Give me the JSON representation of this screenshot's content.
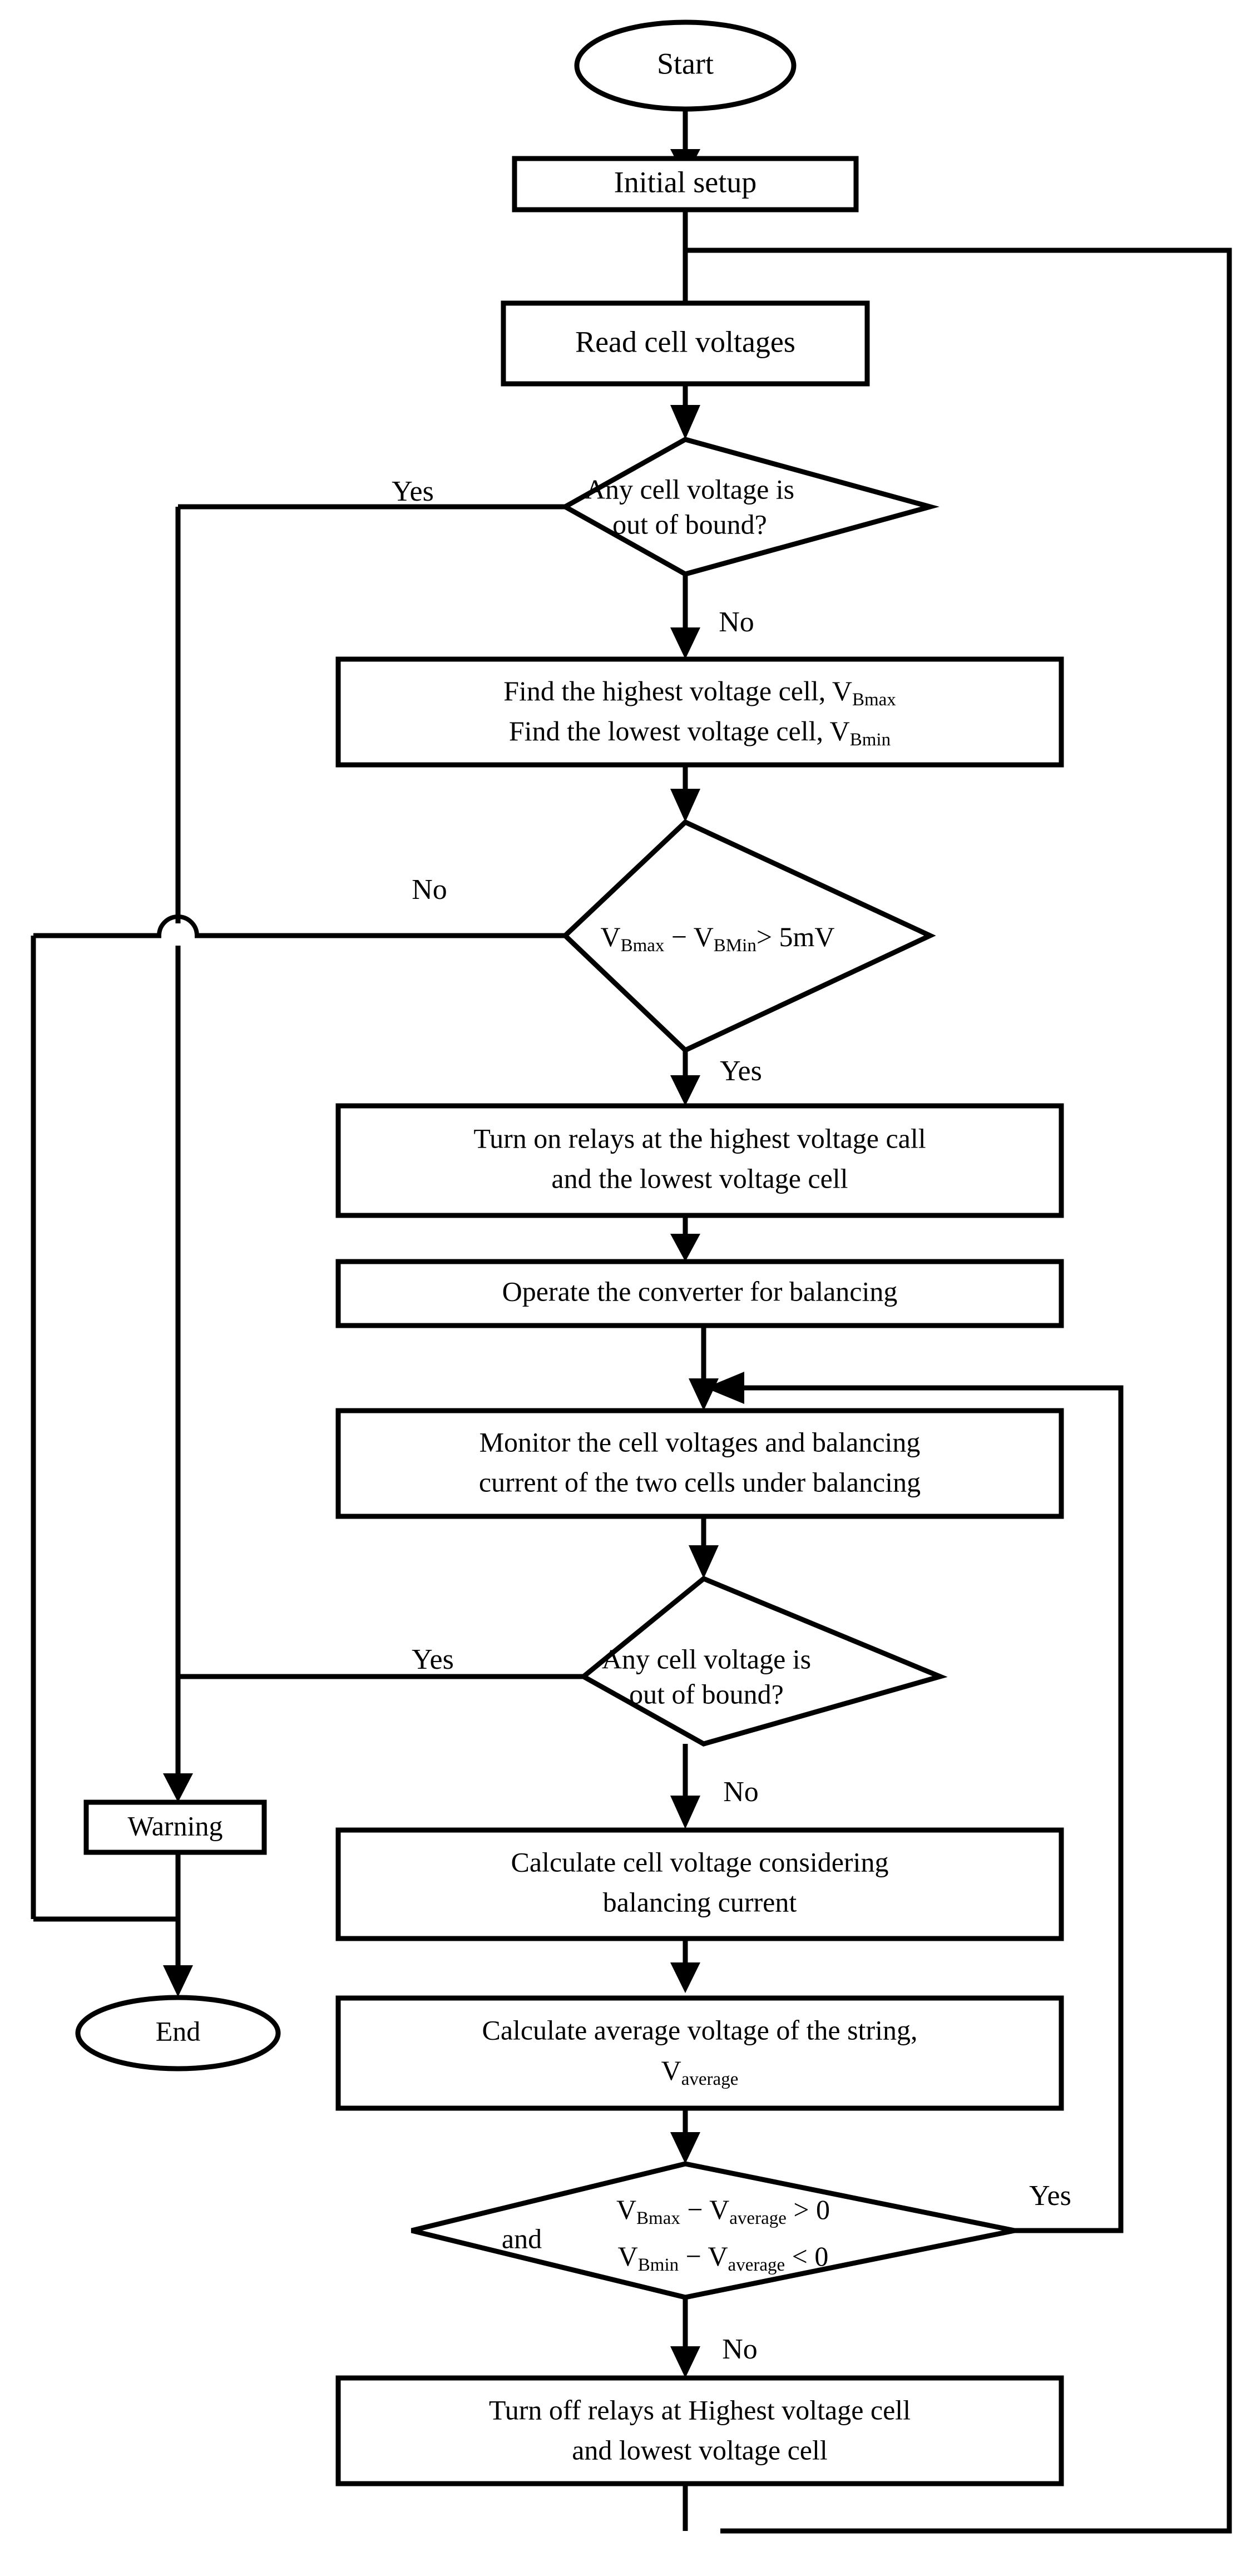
{
  "diagram": {
    "title": "Cell balancing control flowchart",
    "colors": {
      "stroke": "#000000",
      "fill": "#ffffff",
      "text": "#000000"
    },
    "nodes": {
      "start": {
        "type": "terminator",
        "label": "Start"
      },
      "initial_setup": {
        "type": "process",
        "label": "Initial setup"
      },
      "read_cell_voltages": {
        "type": "process",
        "label": "Read cell voltages"
      },
      "decision_bound_1": {
        "type": "decision",
        "line1": "Any cell voltage is",
        "line2": "out of bound?"
      },
      "find_cells": {
        "type": "process",
        "line1_a": "Find the highest voltage cell, V",
        "line1_sub": "Bmax",
        "line2_a": "Find the lowest voltage cell, V",
        "line2_sub": "Bmin"
      },
      "decision_delta": {
        "type": "decision",
        "v1": "V",
        "v1_sub": "Bmax",
        "minus": " − ",
        "v2": "V",
        "v2_sub": "BMin",
        "tail": "> 5mV"
      },
      "turn_on_relays": {
        "type": "process",
        "line1": "Turn on relays at the highest voltage call",
        "line2": "and the lowest voltage cell"
      },
      "operate_converter": {
        "type": "process",
        "label": "Operate the converter for balancing"
      },
      "monitor": {
        "type": "process",
        "line1": "Monitor the cell voltages and balancing",
        "line2": "current of the two cells under balancing"
      },
      "decision_bound_2": {
        "type": "decision",
        "line1": "Any cell voltage is",
        "line2": "out of bound?"
      },
      "warning": {
        "type": "process",
        "label": "Warning"
      },
      "end": {
        "type": "terminator",
        "label": "End"
      },
      "calc_cell_voltage": {
        "type": "process",
        "line1": "Calculate cell voltage considering",
        "line2": "balancing current"
      },
      "calc_average": {
        "type": "process",
        "line1": "Calculate average voltage of the string,",
        "line2_v": "V",
        "line2_sub": "average"
      },
      "decision_average": {
        "type": "decision",
        "and": "and",
        "r1_v1": "V",
        "r1_v1_sub": "Bmax",
        "r1_minus": " − ",
        "r1_v2": "V",
        "r1_v2_sub": "average",
        "r1_tail": " > 0",
        "r2_v1": "V",
        "r2_v1_sub": "Bmin",
        "r2_minus": " − ",
        "r2_v2": "V",
        "r2_v2_sub": "average",
        "r2_tail": " < 0"
      },
      "turn_off_relays": {
        "type": "process",
        "line1": "Turn off relays at Highest voltage cell",
        "line2": "and lowest voltage cell"
      }
    },
    "edge_labels": {
      "yes_bound_1": "Yes",
      "no_bound_1": "No",
      "no_delta": "No",
      "yes_delta": "Yes",
      "yes_bound_2": "Yes",
      "no_bound_2": "No",
      "yes_average": "Yes",
      "no_average": "No"
    }
  }
}
